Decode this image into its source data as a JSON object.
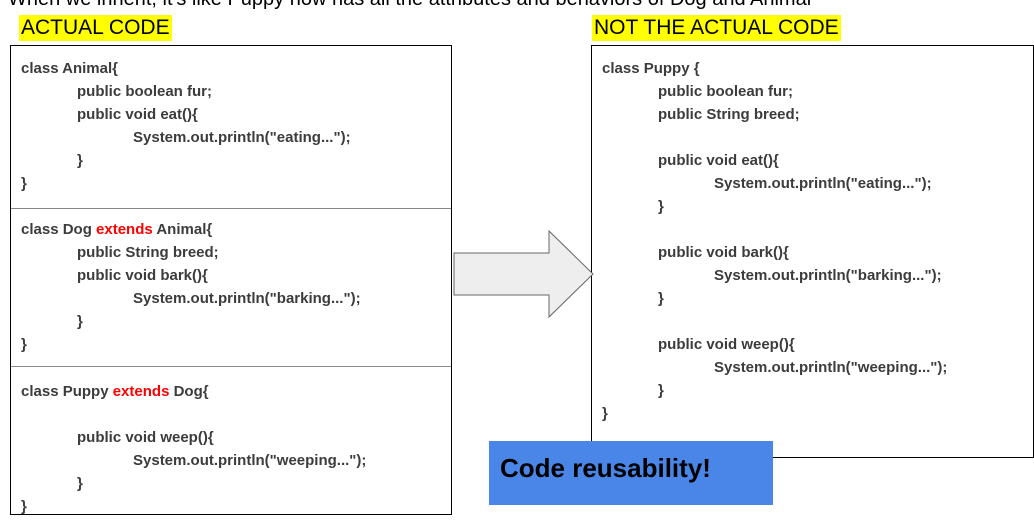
{
  "title": "When we inherit, it's like Puppy now has all the attributes and behaviors of Dog and Animal",
  "left_label": "ACTUAL CODE",
  "right_label": "NOT THE ACTUAL CODE",
  "left_sections": [
    [
      [
        0,
        "class Animal{"
      ],
      [
        1,
        "public boolean fur;"
      ],
      [
        1,
        "public void eat(){"
      ],
      [
        2,
        "System.out.println(\"eating...\");"
      ],
      [
        1,
        "}"
      ],
      [
        0,
        "}"
      ]
    ],
    [
      [
        0,
        "class Dog ",
        "extends",
        " Animal{"
      ],
      [
        1,
        "public String breed;"
      ],
      [
        1,
        "public void bark(){"
      ],
      [
        2,
        "System.out.println(\"barking...\");"
      ],
      [
        1,
        "}"
      ],
      [
        0,
        "}"
      ]
    ],
    [
      [
        0,
        "class Puppy ",
        "extends",
        " Dog{"
      ],
      [
        0,
        ""
      ],
      [
        1,
        "public void weep(){"
      ],
      [
        2,
        "System.out.println(\"weeping...\");"
      ],
      [
        1,
        "}"
      ],
      [
        0,
        "}"
      ]
    ]
  ],
  "right_lines": [
    [
      0,
      "class Puppy {"
    ],
    [
      1,
      "public boolean fur;"
    ],
    [
      1,
      "public String breed;"
    ],
    [
      0,
      ""
    ],
    [
      1,
      "public void eat(){"
    ],
    [
      2,
      "System.out.println(\"eating...\");"
    ],
    [
      1,
      "}"
    ],
    [
      0,
      ""
    ],
    [
      1,
      "public void bark(){"
    ],
    [
      2,
      "System.out.println(\"barking...\");"
    ],
    [
      1,
      "}"
    ],
    [
      0,
      ""
    ],
    [
      1,
      "public void weep(){"
    ],
    [
      2,
      "System.out.println(\"weeping...\");"
    ],
    [
      1,
      "}"
    ],
    [
      0,
      "}"
    ]
  ],
  "banner": "Code reusability!",
  "colors": {
    "highlight": "#ffff00",
    "banner": "#4a86e8",
    "keyword": "#ff0000"
  }
}
